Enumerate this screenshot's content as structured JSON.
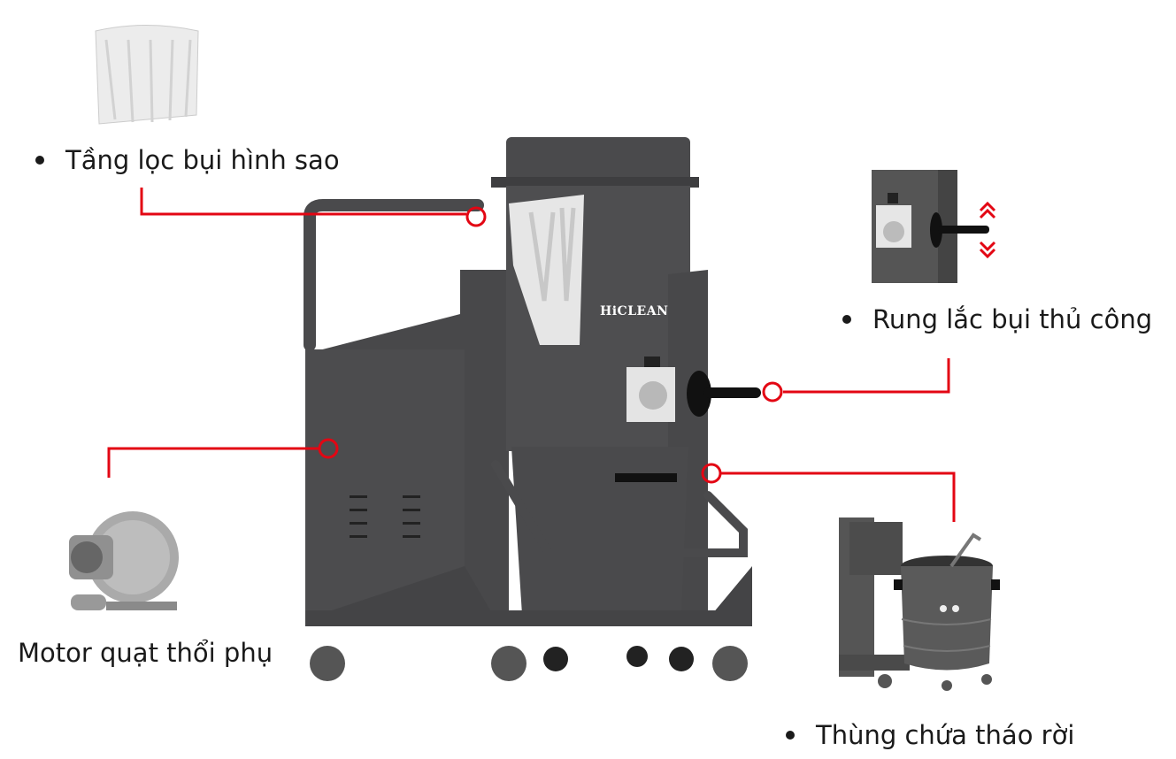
{
  "brand": {
    "logo_text": "HiCLEAN"
  },
  "callouts": [
    {
      "id": "star-filter",
      "label": "Tầng lọc bụi hình sao"
    },
    {
      "id": "manual-shaker",
      "label": "Rung lắc bụi thủ công"
    },
    {
      "id": "aux-blower-motor",
      "label": "Motor quạt thổi phụ"
    },
    {
      "id": "removable-bin",
      "label": "Thùng chứa tháo rời"
    }
  ],
  "colors": {
    "accent": "#e30613",
    "machine": "#4a4a4c",
    "machine_dark": "#3a3a3c",
    "text": "#1a1a1a"
  }
}
